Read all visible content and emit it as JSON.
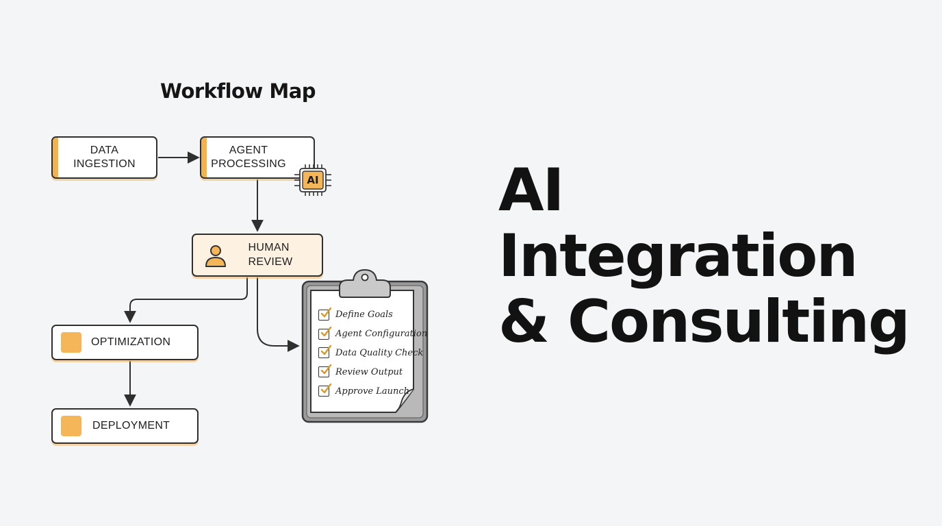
{
  "diagram": {
    "title": "Workflow Map",
    "nodes": {
      "data_ingestion": {
        "line1": "DATA",
        "line2": "INGESTION"
      },
      "agent_processing": {
        "line1": "AGENT",
        "line2": "PROCESSING",
        "chip_label": "AI",
        "chip_icon": "ai-chip-icon"
      },
      "human_review": {
        "line1": "HUMAN",
        "line2": "REVIEW",
        "icon": "person-icon"
      },
      "optimization": {
        "label": "OPTIMIZATION"
      },
      "deployment": {
        "label": "DEPLOYMENT"
      }
    },
    "checklist": {
      "icon": "clipboard-icon",
      "items": [
        "Define Goals",
        "Agent Configuration",
        "Data Quality Check",
        "Review Output",
        "Approve Launch"
      ]
    }
  },
  "headline": {
    "line1": "AI",
    "line2": "Integration",
    "line3": "& Consulting"
  },
  "colors": {
    "accent": "#f2b24d",
    "accent_fill": "#fdf2e2",
    "stroke": "#2f2f2f",
    "background": "#f3f5f7",
    "check": "#d79a2a"
  }
}
